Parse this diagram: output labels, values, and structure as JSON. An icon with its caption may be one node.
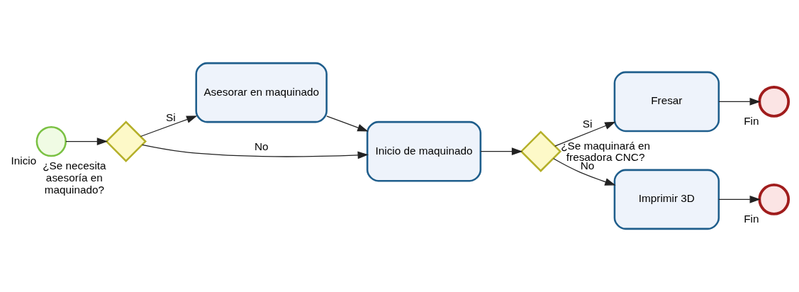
{
  "diagram": {
    "nodes": [
      {
        "text": [
          "Inicio"
        ]
      },
      {
        "text": [
          "¿Se necesita asesoría en maquinado?"
        ]
      },
      {
        "text": [
          "Asesorar en maquinado"
        ]
      },
      {
        "text": [
          "Inicio de maquinado"
        ]
      },
      {
        "text": [
          "¿Se maquinará en fresadora CNC?"
        ]
      },
      {
        "text": [
          "Fresar"
        ]
      },
      {
        "text": [
          "Imprimir 3D"
        ]
      },
      {
        "text": [
          "Fin"
        ]
      },
      {
        "text": [
          "Fin"
        ]
      }
    ],
    "edges": [
      {
        "from": 0,
        "to": 1,
        "arrow": "to"
      },
      {
        "from": 1,
        "to": 2,
        "arrow": "to",
        "label": "Si"
      },
      {
        "from": 2,
        "to": 3,
        "arrow": "to"
      },
      {
        "from": 1,
        "to": 3,
        "arrow": "to",
        "label": "No"
      },
      {
        "from": 3,
        "to": 4,
        "arrow": "to"
      },
      {
        "from": 4,
        "to": 5,
        "arrow": "to",
        "label": "Si"
      },
      {
        "from": 4,
        "to": 6,
        "arrow": "to",
        "label": "No"
      },
      {
        "from": 5,
        "to": 7,
        "arrow": "to"
      },
      {
        "from": 6,
        "to": 8,
        "arrow": "to"
      }
    ]
  }
}
